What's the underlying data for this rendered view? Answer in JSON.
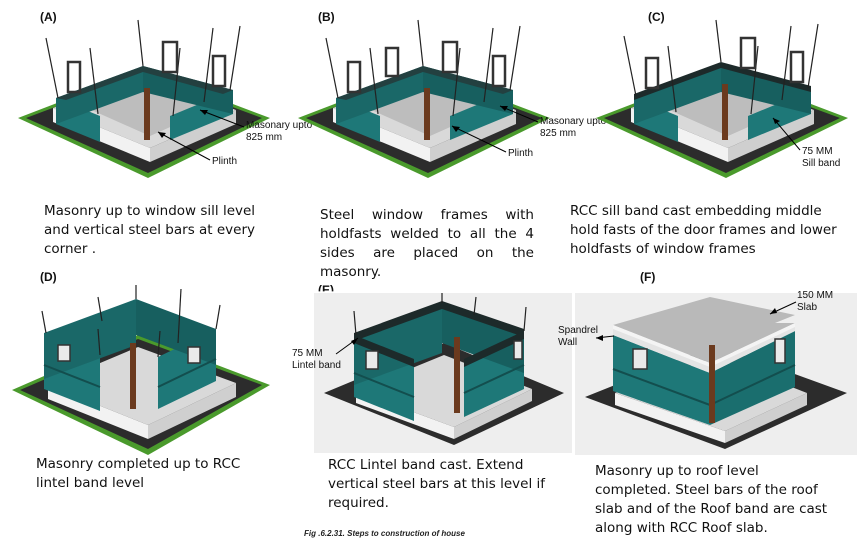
{
  "panels": [
    {
      "id": "A",
      "label": "(A)",
      "caption": "Masonry up to window sill level and vertical steel bars at every corner .",
      "annotations": [
        "Masonary upto\n825 mm",
        "Plinth"
      ]
    },
    {
      "id": "B",
      "label": "(B)",
      "caption": "Steel window frames with holdfasts welded to all the 4 sides are placed on the masonry.",
      "annotations": [
        "Masonary upto\n825 mm",
        "Plinth"
      ]
    },
    {
      "id": "C",
      "label": "(C)",
      "caption": "RCC sill band cast embedding middle hold fasts of the door frames and lower holdfasts of window frames",
      "annotations": [
        "75 MM\nSill band"
      ]
    },
    {
      "id": "D",
      "label": "(D)",
      "caption": "Masonry completed up to RCC lintel band level",
      "annotations": []
    },
    {
      "id": "E",
      "label": "(E)",
      "caption": "RCC Lintel band cast. Extend vertical steel bars at this level if required.",
      "annotations": [
        "75 MM\nLintel band"
      ]
    },
    {
      "id": "F",
      "label": "(F)",
      "caption": "Masonry up to roof level completed. Steel bars of the roof slab and of the Roof band are cast along with RCC Roof slab.",
      "annotations": [
        "150 MM\nSlab",
        "Spandrel\nWall"
      ]
    }
  ],
  "figure_caption": "Fig .6.2.31. Steps to construction of house",
  "colors": {
    "ground": "#2c2c2c",
    "grass": "#4a9a2c",
    "plinth": "#e6e6e6",
    "wall": "#1e7878",
    "wall_top": "#234040",
    "band": "#1d2a2a",
    "steel": "#222222",
    "slab": "#b9b9b9",
    "panel_bg": "#eeeeee"
  }
}
